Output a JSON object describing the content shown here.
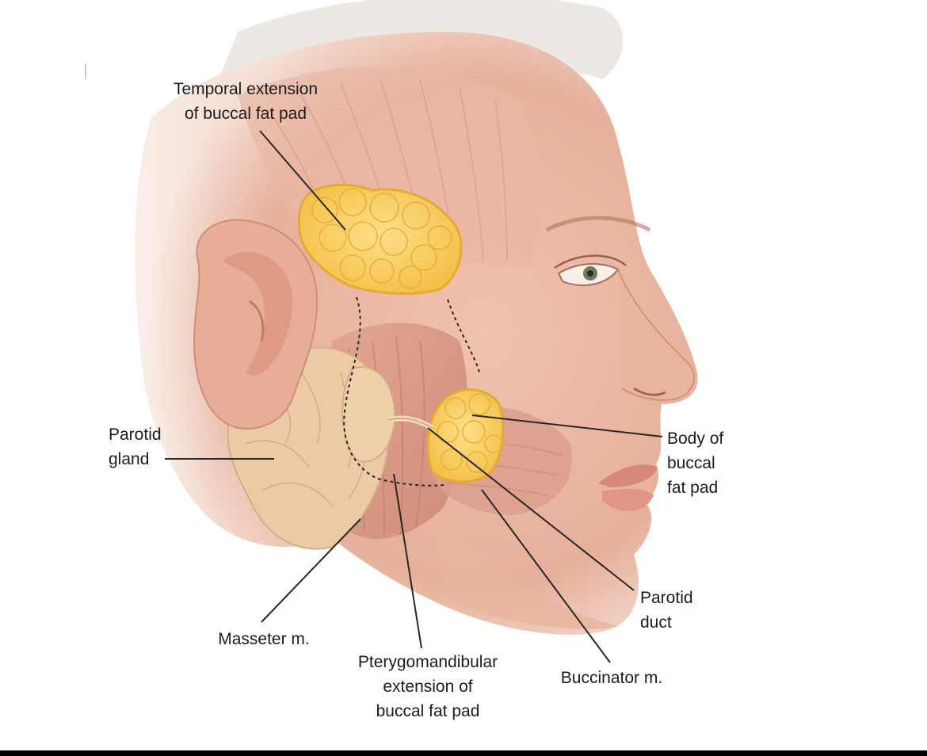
{
  "labels": {
    "temporal_extension": [
      "Temporal extension",
      "of buccal fat pad"
    ],
    "parotid_gland": [
      "Parotid",
      "gland"
    ],
    "body_of_buccal_fat_pad": [
      "Body of",
      "buccal",
      "fat pad"
    ],
    "parotid_duct": [
      "Parotid",
      "duct"
    ],
    "masseter": [
      "Masseter m."
    ],
    "pterygomandibular_extension": [
      "Pterygomandibular",
      "extension of",
      "buccal fat pad"
    ],
    "buccinator": [
      "Buccinator m."
    ]
  },
  "colors": {
    "skin_light": "#f4d6c6",
    "skin_mid": "#e8b39d",
    "muscle": "#d99a88",
    "fat_pad": "#f9cf5c",
    "fat_pad_outline": "#e0a72c",
    "parotid": "#edcba8",
    "hair": "#e9e4e0",
    "leader_line": "#2a2626"
  }
}
